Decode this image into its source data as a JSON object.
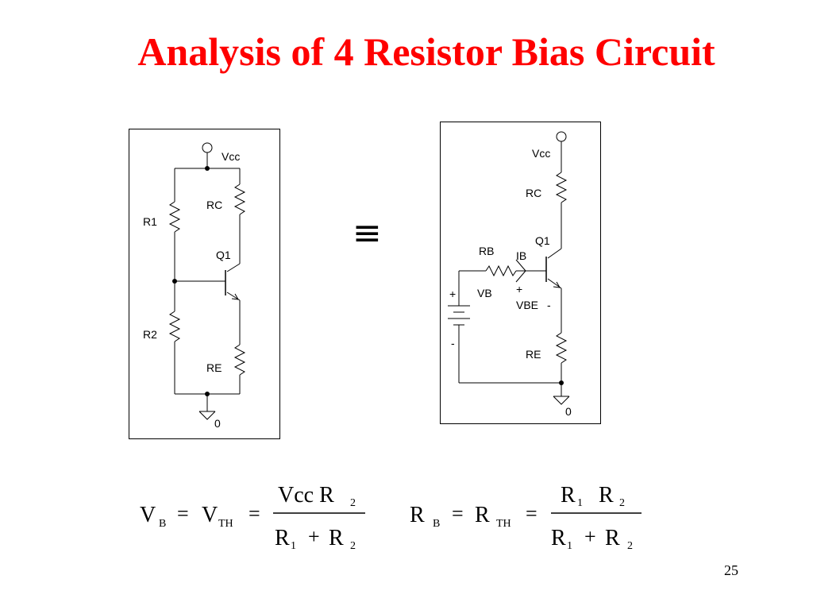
{
  "title": "Analysis of 4 Resistor Bias Circuit",
  "equiv_symbol": "≡",
  "page_number": "25",
  "left_circuit": {
    "vcc": "Vcc",
    "r1": "R1",
    "rc": "RC",
    "q1": "Q1",
    "r2": "R2",
    "re": "RE",
    "ground": "0"
  },
  "right_circuit": {
    "vcc": "Vcc",
    "rc": "RC",
    "q1": "Q1",
    "rb": "RB",
    "ib": "IB",
    "plus_batt": "+",
    "vb": "VB",
    "plus_vbe": "+",
    "vbe": "VBE",
    "minus_vbe": "-",
    "minus_batt": "-",
    "re": "RE",
    "ground": "0"
  },
  "equations": {
    "vb_eq": {
      "lhs_main": "V",
      "lhs_sub": "B",
      "equals1": "=",
      "mid_main": "V",
      "mid_sub": "TH",
      "equals2": "=",
      "num_main": "Vcc R",
      "num_sub": "2",
      "den_r1": "R",
      "den_sub1": "1",
      "den_plus": "+",
      "den_r2": "R",
      "den_sub2": "2"
    },
    "rb_eq": {
      "lhs_main": "R",
      "lhs_sub": "B",
      "equals1": "=",
      "mid_main": "R",
      "mid_sub": "TH",
      "equals2": "=",
      "num_r1": "R",
      "num_sub1": "1",
      "num_r2": "R",
      "num_sub2": "2",
      "den_r1": "R",
      "den_sub1": "1",
      "den_plus": "+",
      "den_r2": "R",
      "den_sub2": "2"
    }
  }
}
